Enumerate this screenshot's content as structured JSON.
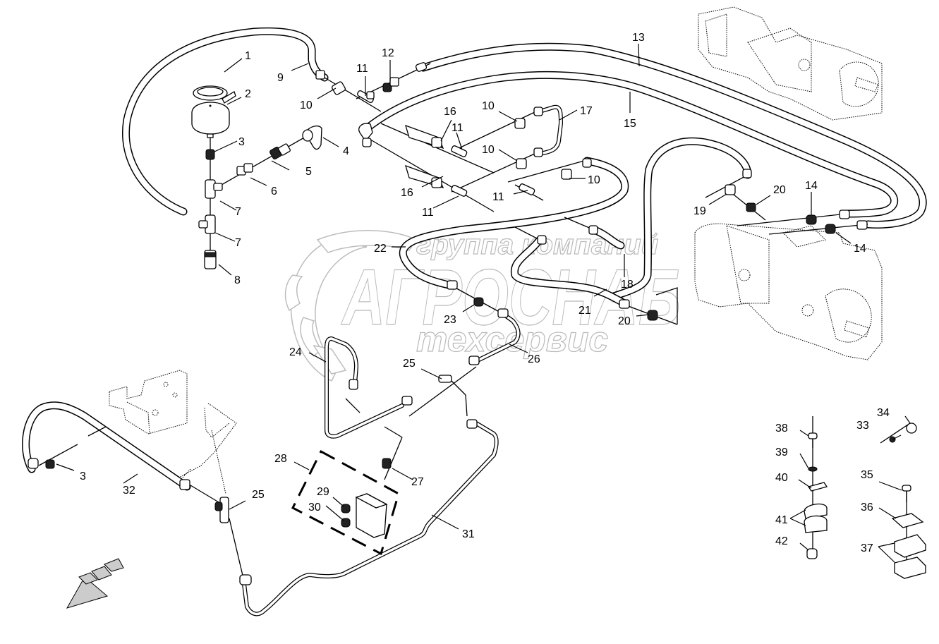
{
  "diagram": {
    "type": "exploded parts diagram",
    "subject": "hydraulic lines, accumulator and fittings",
    "watermark": {
      "line1": "группа компаний",
      "line2": "АГРОСНАБ",
      "line3": "техсервис"
    },
    "callouts": [
      {
        "id": "c1",
        "label": "1"
      },
      {
        "id": "c2",
        "label": "2"
      },
      {
        "id": "c3a",
        "label": "3"
      },
      {
        "id": "c3b",
        "label": "3"
      },
      {
        "id": "c4",
        "label": "4"
      },
      {
        "id": "c5",
        "label": "5"
      },
      {
        "id": "c6",
        "label": "6"
      },
      {
        "id": "c7a",
        "label": "7"
      },
      {
        "id": "c7b",
        "label": "7"
      },
      {
        "id": "c8",
        "label": "8"
      },
      {
        "id": "c9",
        "label": "9"
      },
      {
        "id": "c10a",
        "label": "10"
      },
      {
        "id": "c10b",
        "label": "10"
      },
      {
        "id": "c10c",
        "label": "10"
      },
      {
        "id": "c10d",
        "label": "10"
      },
      {
        "id": "c11a",
        "label": "11"
      },
      {
        "id": "c11b",
        "label": "11"
      },
      {
        "id": "c11c",
        "label": "11"
      },
      {
        "id": "c11d",
        "label": "11"
      },
      {
        "id": "c12",
        "label": "12"
      },
      {
        "id": "c13",
        "label": "13"
      },
      {
        "id": "c14a",
        "label": "14"
      },
      {
        "id": "c14b",
        "label": "14"
      },
      {
        "id": "c15",
        "label": "15"
      },
      {
        "id": "c16a",
        "label": "16"
      },
      {
        "id": "c16b",
        "label": "16"
      },
      {
        "id": "c17",
        "label": "17"
      },
      {
        "id": "c18",
        "label": "18"
      },
      {
        "id": "c19",
        "label": "19"
      },
      {
        "id": "c20a",
        "label": "20"
      },
      {
        "id": "c20b",
        "label": "20"
      },
      {
        "id": "c21",
        "label": "21"
      },
      {
        "id": "c22",
        "label": "22"
      },
      {
        "id": "c23",
        "label": "23"
      },
      {
        "id": "c24",
        "label": "24"
      },
      {
        "id": "c25a",
        "label": "25"
      },
      {
        "id": "c25b",
        "label": "25"
      },
      {
        "id": "c26",
        "label": "26"
      },
      {
        "id": "c27",
        "label": "27"
      },
      {
        "id": "c28",
        "label": "28"
      },
      {
        "id": "c29",
        "label": "29"
      },
      {
        "id": "c30",
        "label": "30"
      },
      {
        "id": "c31",
        "label": "31"
      },
      {
        "id": "c32",
        "label": "32"
      },
      {
        "id": "c33",
        "label": "33"
      },
      {
        "id": "c34",
        "label": "34"
      },
      {
        "id": "c35",
        "label": "35"
      },
      {
        "id": "c36",
        "label": "36"
      },
      {
        "id": "c37",
        "label": "37"
      },
      {
        "id": "c38",
        "label": "38"
      },
      {
        "id": "c39",
        "label": "39"
      },
      {
        "id": "c40",
        "label": "40"
      },
      {
        "id": "c41",
        "label": "41"
      },
      {
        "id": "c42",
        "label": "42"
      }
    ],
    "direction_arrow": "forward-direction-arrow"
  }
}
